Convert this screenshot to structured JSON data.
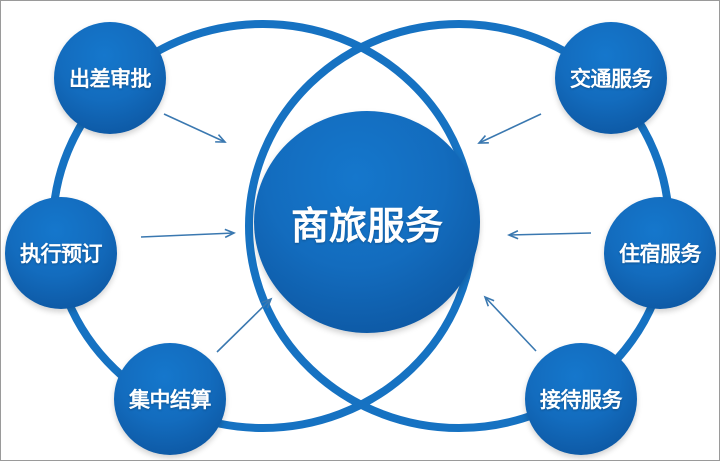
{
  "diagram": {
    "center": {
      "label": "商旅服务"
    },
    "left_nodes": [
      {
        "label": "出差审批"
      },
      {
        "label": "执行预订"
      },
      {
        "label": "集中结算"
      }
    ],
    "right_nodes": [
      {
        "label": "交通服务"
      },
      {
        "label": "住宿服务"
      },
      {
        "label": "接待服务"
      }
    ],
    "arrows": [
      {
        "from": "出差审批",
        "to": "商旅服务"
      },
      {
        "from": "执行预订",
        "to": "商旅服务"
      },
      {
        "from": "集中结算",
        "to": "商旅服务"
      },
      {
        "from": "交通服务",
        "to": "商旅服务"
      },
      {
        "from": "住宿服务",
        "to": "商旅服务"
      },
      {
        "from": "接待服务",
        "to": "商旅服务"
      }
    ],
    "colors": {
      "primary_blue": "#136cbe",
      "dark_blue": "#0b4d90",
      "ring_blue": "#1672c2",
      "arrow": "#3a78b0",
      "text": "#ffffff"
    }
  }
}
